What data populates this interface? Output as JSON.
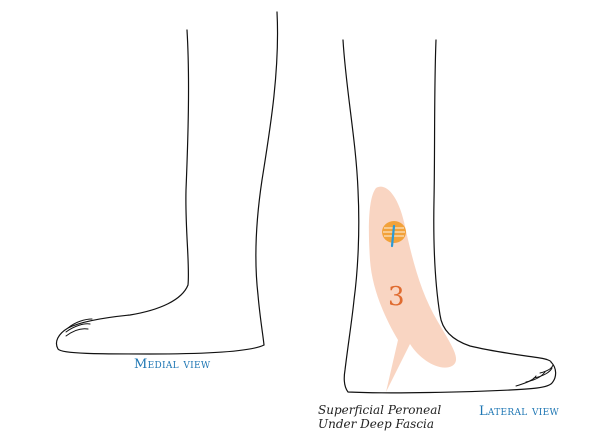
{
  "views": {
    "medial_label": "Medial view",
    "lateral_label": "Lateral view"
  },
  "zone": {
    "number": "3",
    "caption_line1": "Superficial Peroneal",
    "caption_line2": "Under Deep Fascia"
  },
  "colors": {
    "outline": "#111111",
    "zone_fill": "#f9d5c2",
    "zone_number": "#e06b2f",
    "view_label": "#1f77b4",
    "marker_orange": "#f2a23a",
    "marker_blue": "#2a9ad6"
  }
}
